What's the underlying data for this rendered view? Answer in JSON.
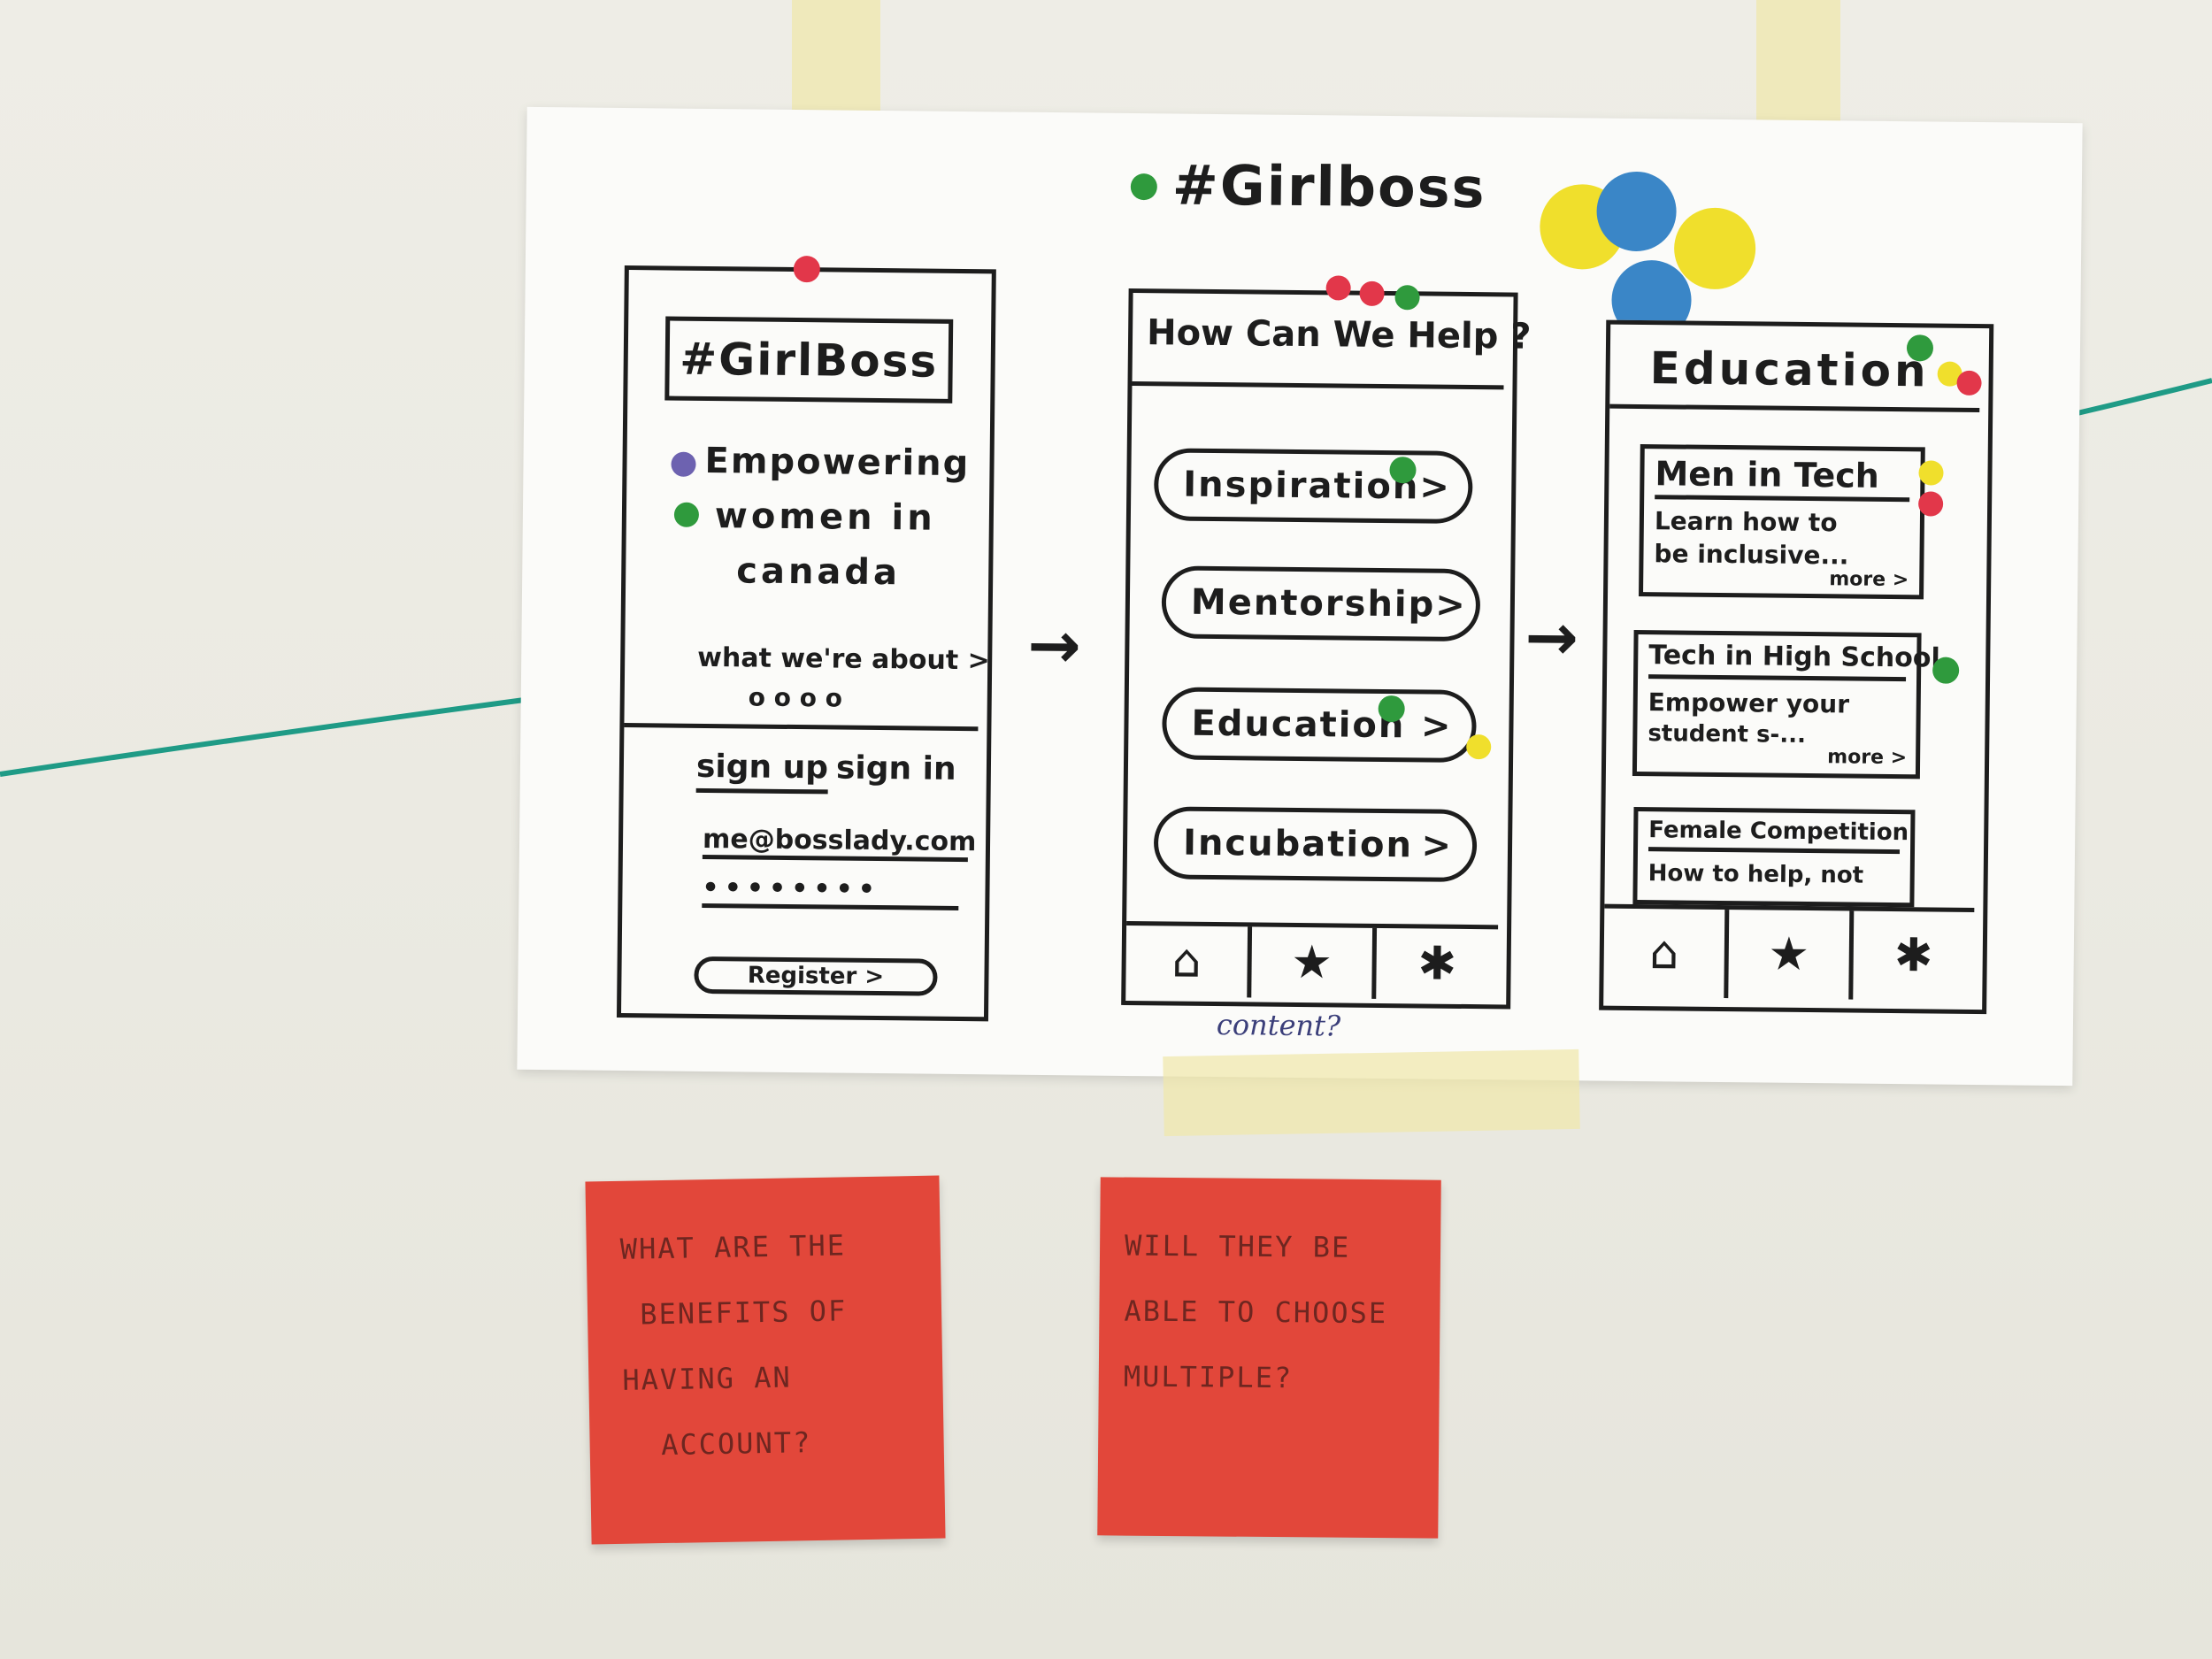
{
  "title": "#Girlboss",
  "screen1": {
    "logo": "#GirlBoss",
    "tagline_1": "Empowering",
    "tagline_2": "women in",
    "tagline_3": "canada",
    "about_link": "what we're about >",
    "pager": "o o o o",
    "signup_tab": "sign up",
    "signin_tab": "sign in",
    "email_value": "me@bosslady.com",
    "password_value": "••••••••",
    "register_button": "Register >"
  },
  "screen2": {
    "heading": "How Can We Help ?",
    "options": [
      {
        "label": "Inspiration",
        "chevron": ">"
      },
      {
        "label": "Mentorship",
        "chevron": ">"
      },
      {
        "label": "Education",
        "chevron": ">"
      },
      {
        "label": "Incubation",
        "chevron": ">"
      }
    ],
    "annotation": "content?"
  },
  "screen3": {
    "heading": "Education",
    "cards": [
      {
        "title": "Men in Tech",
        "line1": "Learn how to",
        "line2": "be inclusive...",
        "more": "more >"
      },
      {
        "title": "Tech in High School",
        "line1": "Empower your",
        "line2": "student s-...",
        "more": "more >"
      },
      {
        "title": "Female Competition",
        "line1": "How to help, not",
        "line2": "",
        "more": ""
      }
    ]
  },
  "tabbar_icons": [
    "home-icon",
    "star-icon",
    "gear-icon"
  ],
  "arrows": [
    "→",
    "→"
  ],
  "sticky_notes": [
    {
      "text": "WHAT ARE THE\n BENEFITS OF\nHAVING AN\n  ACCOUNT?"
    },
    {
      "text": "WILL THEY BE\nABLE TO CHOOSE\nMULTIPLE?"
    }
  ],
  "colors": {
    "sticker_green": "#2f9a3d",
    "sticker_red": "#e2374a",
    "sticker_yellow": "#f0df2c",
    "sticker_blue": "#3a86c7",
    "sticky_note": "#e2473a"
  }
}
